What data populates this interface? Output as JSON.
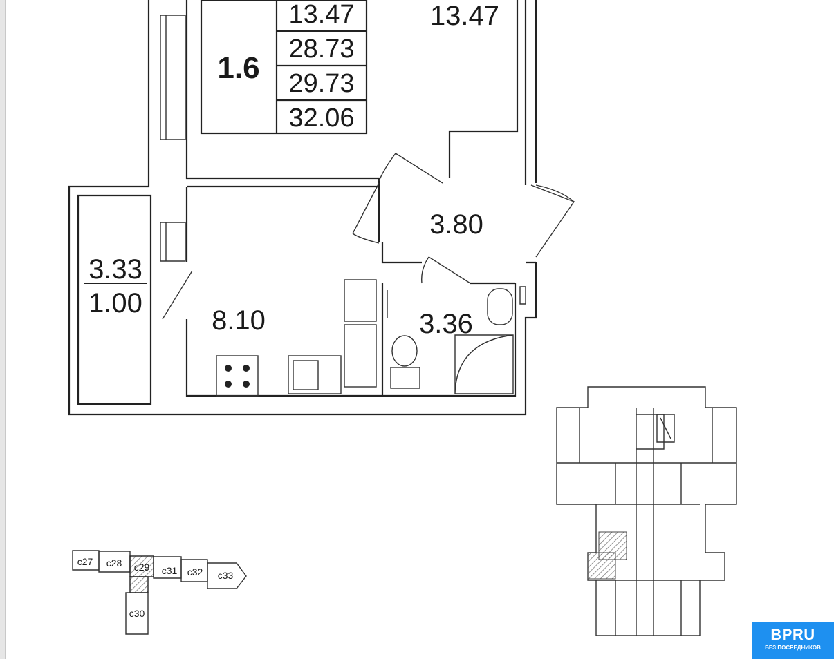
{
  "plan": {
    "apartment_number": "1.6",
    "areas_table": [
      "13.47",
      "28.73",
      "29.73",
      "32.06"
    ],
    "rooms": {
      "living_room": "13.47",
      "hallway": "3.80",
      "kitchen": "8.10",
      "bathroom": "3.36",
      "balcony_area": "3.33",
      "balcony_coef": "1.00"
    }
  },
  "section_key": {
    "sections": [
      "c27",
      "c28",
      "c29",
      "c31",
      "c32",
      "c33",
      "c30"
    ],
    "highlighted": "c29"
  },
  "watermark": {
    "brand": "BPRU",
    "tagline": "БЕЗ ПОСРЕДНИКОВ",
    "color": "#1e90f0"
  }
}
